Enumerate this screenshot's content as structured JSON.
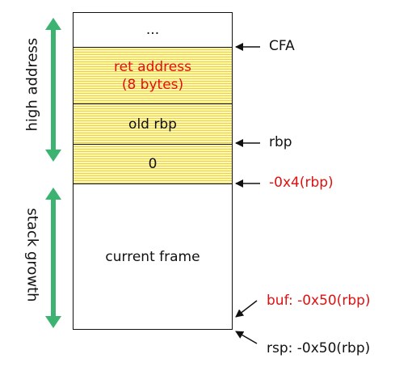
{
  "stack": {
    "top_cell": "...",
    "ret_address_line1": "ret address",
    "ret_address_line2": "(8 bytes)",
    "old_rbp": "old rbp",
    "zero": "0",
    "current_frame": "current frame"
  },
  "pointers": {
    "cfa": "CFA",
    "rbp": "rbp",
    "minus4": "-0x4(rbp)",
    "buf": "buf: -0x50(rbp)",
    "rsp": "rsp: -0x50(rbp)"
  },
  "side_labels": {
    "high_address": "high address",
    "stack_growth": "stack growth"
  },
  "colors": {
    "accent_red": "#e01010",
    "arrow_green": "#3cb371",
    "hatch_yellow": "#fff7b0"
  }
}
